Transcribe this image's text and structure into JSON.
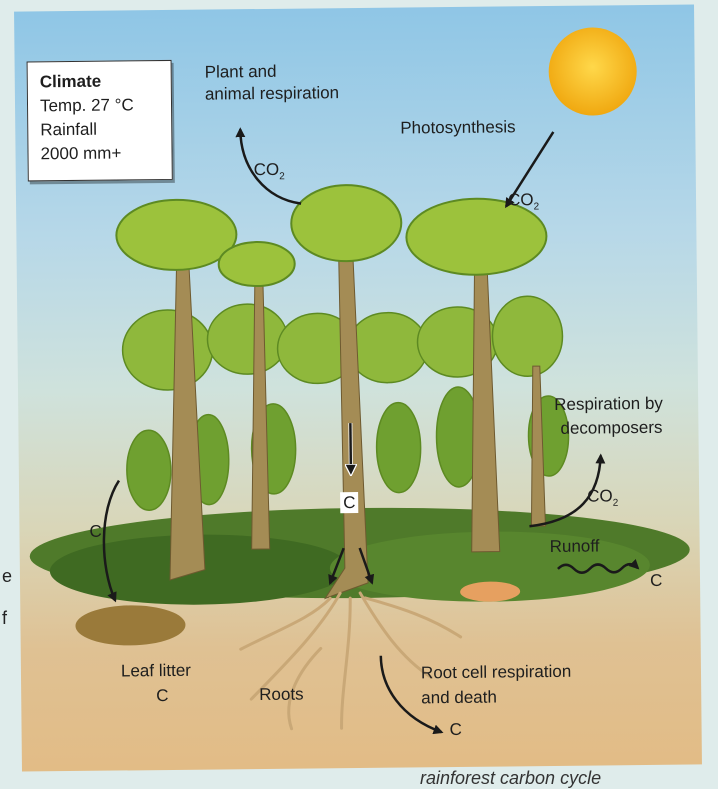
{
  "climate_box": {
    "title": "Climate",
    "temp": "Temp. 27 °C",
    "rainfall": "Rainfall",
    "rainfall_value": "2000 mm+"
  },
  "labels": {
    "plant_animal_respiration_1": "Plant and",
    "plant_animal_respiration_2": "animal respiration",
    "co2_left": "CO",
    "co2_right": "CO",
    "co2_decomposers": "CO",
    "co2_sub": "2",
    "photosynthesis": "Photosynthesis",
    "respiration_decomposers_1": "Respiration by",
    "respiration_decomposers_2": "decomposers",
    "runoff": "Runoff",
    "runoff_c": "C",
    "c_left": "C",
    "c_trunk": "C",
    "leaf_litter": "Leaf litter",
    "leaf_litter_c": "C",
    "roots": "Roots",
    "root_cell_1": "Root cell respiration",
    "root_cell_2": "and death",
    "root_c": "C"
  },
  "edge_text": {
    "left_a": "e",
    "left_b": "f"
  },
  "caption": "rainforest carbon cycle",
  "colors": {
    "sky_top": "#8fc6e6",
    "ground": "#e2bc86",
    "sun": "#f8c020",
    "foliage": "#8cb43a",
    "trunk": "#a48c55",
    "arrow": "#1a1a1a"
  }
}
